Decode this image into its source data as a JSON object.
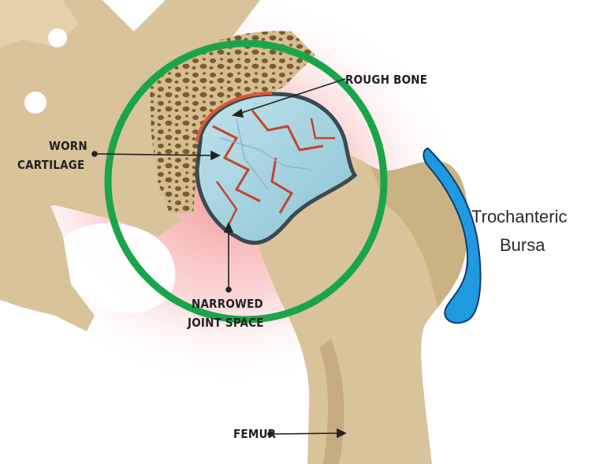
{
  "labels": {
    "rough_bone": "ROUGH BONE",
    "worn_line1": "WORN",
    "worn_line2": "CARTILAGE",
    "narrowed_line1": "NARROWED",
    "narrowed_line2": "JOINT SPACE",
    "femur": "FEMUR",
    "bursa_line1": "Trochanteric",
    "bursa_line2": "Bursa"
  },
  "colors": {
    "bone": "#d9c39a",
    "bone_shade": "#b99d6c",
    "cartilage": "#a9d3e0",
    "crack": "#c2452a",
    "bursa": "#1f9ae0",
    "highlight_circle": "#1aa54b",
    "inflammation": "#f5a3a3"
  }
}
